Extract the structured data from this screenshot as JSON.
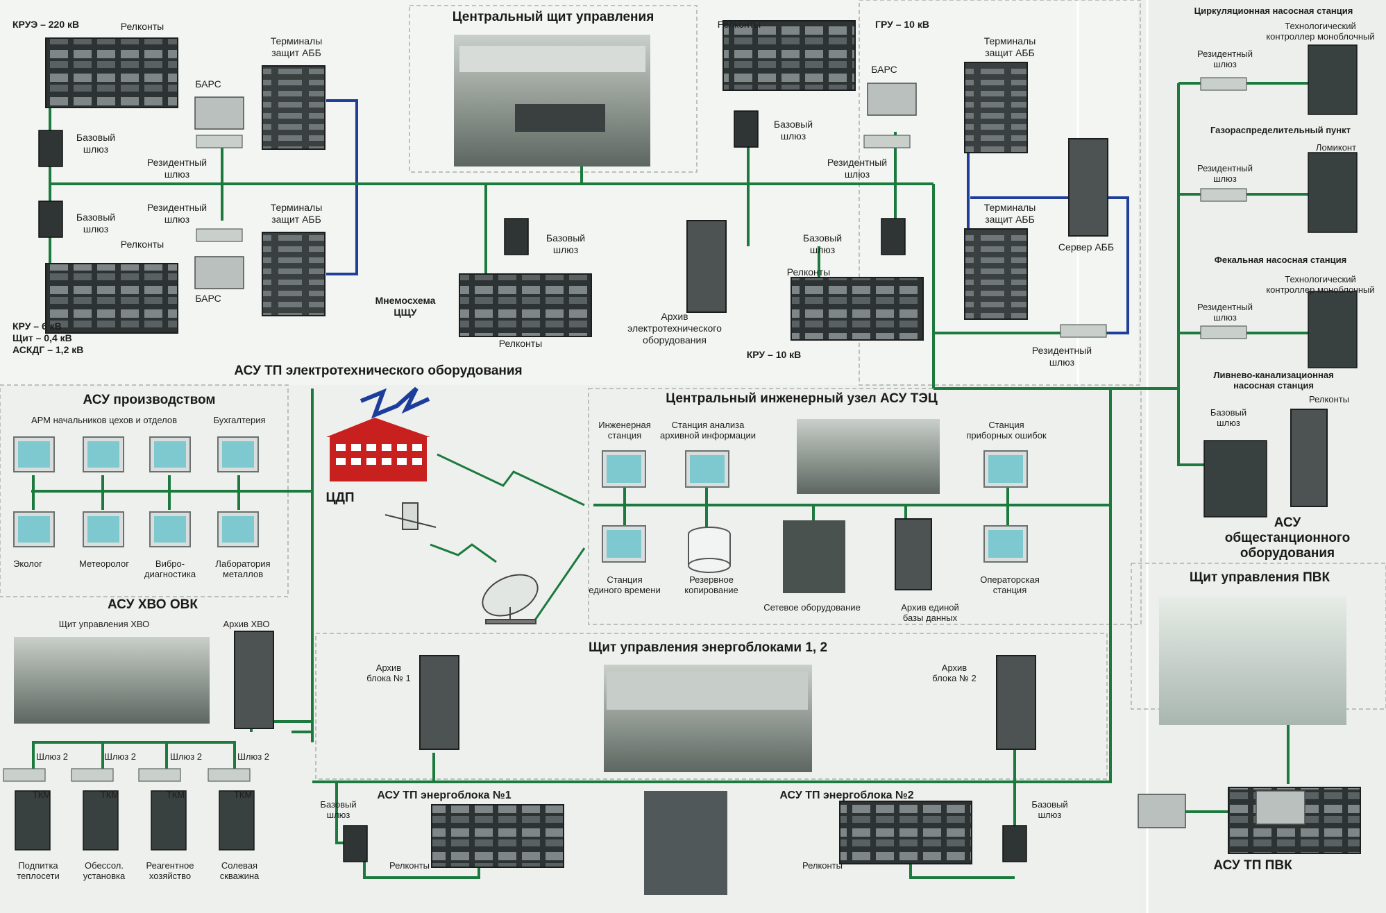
{
  "sections": {
    "central_panel": "Центральный щит управления",
    "electrical": "АСУ ТП электротехнического оборудования",
    "production": "АСУ производством",
    "engineering_node": "Центральный инженерный узел АСУ ТЭЦ",
    "hvo": "АСУ ХВО ОВК",
    "unit_panel": "Щит управления энергоблоками 1, 2",
    "station_common": "АСУ\nобщестанционного\nоборудования",
    "pvk_panel": "Щит управления ПВК",
    "pvk_asu": "АСУ ТП ПВК",
    "unit1": "АСУ ТП энергоблока №1",
    "unit2": "АСУ ТП энергоблока №2"
  },
  "labels": {
    "kru_220": "КРУЭ – 220 кВ",
    "relay_1": "Релконты",
    "relay_2": "Релконты",
    "relay_3": "Релконты",
    "relay_4": "Релконты",
    "relay_5": "Релконты",
    "relay_6": "Релконты",
    "relay_7": "Релконты",
    "relay_8": "Релконты",
    "abb_term_1": "Терминалы\nзащит АББ",
    "abb_term_2": "Терминалы\nзащит АББ",
    "abb_term_3": "Терминалы\nзащит АББ",
    "abb_term_4": "Терминалы\nзащит АББ",
    "bars_1": "БАРС",
    "bars_2": "БАРС",
    "bars_3": "БАРС",
    "base_gw_1": "Базовый\nшлюз",
    "base_gw_2": "Базовый\nшлюз",
    "base_gw_3": "Базовый\nшлюз",
    "base_gw_4": "Базовый\nшлюз",
    "base_gw_5": "Базовый\nшлюз",
    "base_gw_6": "Базовый\nшлюз",
    "base_gw_7": "Базовый\nшлюз",
    "base_gw_8": "Базовый\nшлюз",
    "res_gw_1": "Резидентный\nшлюз",
    "res_gw_2": "Резидентный\nшлюз",
    "res_gw_3": "Резидентный\nшлюз",
    "res_gw_4": "Резидентный\nшлюз",
    "res_gw_5": "Резидентный\nшлюз",
    "res_gw_6": "Резидентный\nшлюз",
    "res_gw_7": "Резидентный\nшлюз",
    "kru_6": "КРУ – 6 кВ\nЩит – 0,4 кВ\nАСКДГ – 1,2 кВ",
    "mnemo": "Мнемосхема\nЦЩУ",
    "gru_10": "ГРУ – 10 кВ",
    "kru_10": "КРУ – 10 кВ",
    "archive_el": "Архив\nэлектротехнического\nоборудования",
    "abb_server": "Сервер АББ",
    "circ_pump": "Циркуляционная насосная станция",
    "tech_ctrl_1": "Технологический\nконтроллер моноблочный",
    "tech_ctrl_2": "Технологический\nконтроллер моноблочный",
    "gas_point": "Газораспределительный пункт",
    "lomikont": "Ломиконт",
    "fecal_pump": "Фекальная насосная станция",
    "storm_pump": "Ливнево-канализационная\nнасосная станция",
    "arm": "АРМ начальников цехов и отделов",
    "accounting": "Бухгалтерия",
    "ecolog": "Эколог",
    "meteo": "Метеоролог",
    "vibro": "Вибро-\nдиагностика",
    "metal_lab": "Лаборатория\nметаллов",
    "cdp": "ЦДП",
    "eng_station": "Инженерная\nстанция",
    "archive_analysis": "Станция анализа\nархивной информации",
    "device_errors": "Станция\nприборных ошибок",
    "time_station": "Станция\nединого времени",
    "backup": "Резервное\nкопирование",
    "network_eq": "Сетевое оборудование",
    "db_archive": "Архив единой\nбазы данных",
    "operator_station": "Операторская\nстанция",
    "hvo_panel": "Щит управления ХВО",
    "hvo_archive": "Архив ХВО",
    "gw2": "Шлюз 2",
    "tkm": "ТКМ",
    "heat_feed": "Подпитка\nтеплосети",
    "desalt": "Обессол.\nустановка",
    "reagent": "Реагентное\nхозяйство",
    "salt_well": "Солевая\nскважина",
    "archive_b1": "Архив\nблока № 1",
    "archive_b2": "Архив\nблока № 2"
  },
  "colors": {
    "green_bus": "#1c7a3e",
    "blue_bus": "#1f3f9a",
    "cabinet": "#2a2e2f",
    "screen": "#7ec9cf",
    "logo_red": "#c8201f",
    "logo_blue": "#1c3d9c"
  }
}
